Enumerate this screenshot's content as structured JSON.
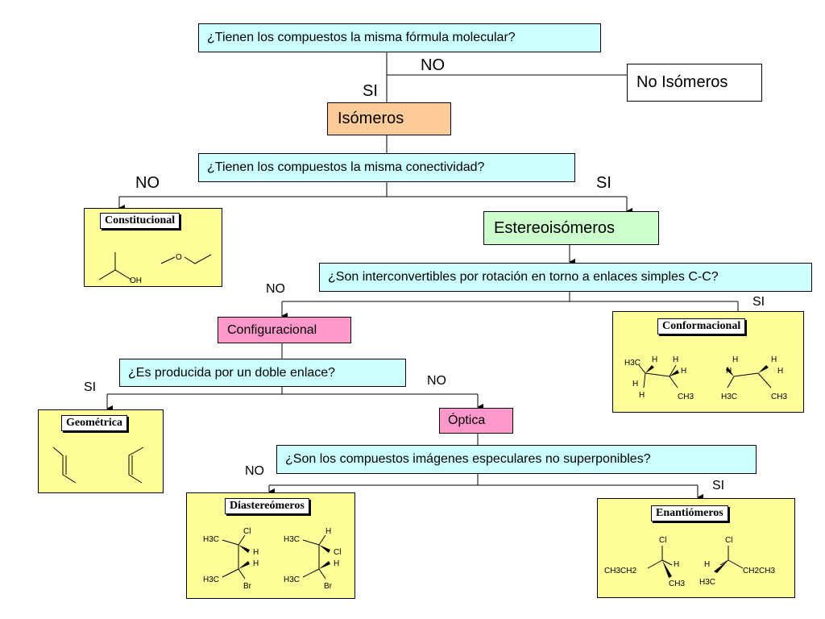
{
  "nodes": {
    "q_formula": "¿Tienen los compuestos la misma fórmula molecular?",
    "no_isomeros": "No Isómeros",
    "isomeros": "Isómeros",
    "q_conectividad": "¿Tienen los compuestos la misma conectividad?",
    "estereoisomeros": "Estereoisómeros",
    "q_rotacion": "¿Son interconvertibles por rotación en torno a enlaces simples C-C?",
    "configuracional": "Configuracional",
    "q_doble_enlace": "¿Es producida por un doble enlace?",
    "optica": "Óptica",
    "q_especulares": "¿Son los compuestos imágenes especulares no superponibles?"
  },
  "edge_labels": {
    "no_1": "NO",
    "si_1": "SI",
    "no_2": "NO",
    "si_2": "SI",
    "no_3": "NO",
    "si_3": "SI",
    "si_4": "SI",
    "no_4": "NO",
    "no_5": "NO",
    "si_5": "SI"
  },
  "panels": {
    "constitucional": {
      "title": "Constitucional",
      "oh": "OH",
      "o": "O"
    },
    "conformacional": {
      "title": "Conformacional",
      "h3c": "H3C",
      "h": "H",
      "ch3": "CH3"
    },
    "geometrica": {
      "title": "Geométrica"
    },
    "diastereomeros": {
      "title": "Diastereómeros",
      "h3c": "H3C",
      "cl": "Cl",
      "h": "H",
      "br": "Br"
    },
    "enantiomeros": {
      "title": "Enantiómeros",
      "ch3ch2": "CH3CH2",
      "cl": "Cl",
      "h": "H",
      "ch3": "CH3",
      "h3c": "H3C",
      "ch2ch3": "CH2CH3"
    }
  },
  "colors": {
    "question_fill": "#ccffff",
    "isomeros_fill": "#ffcc99",
    "estereoisomeros_fill": "#ccffcc",
    "configuracional_fill": "#ff99cc",
    "panel_fill": "#ffff99"
  }
}
